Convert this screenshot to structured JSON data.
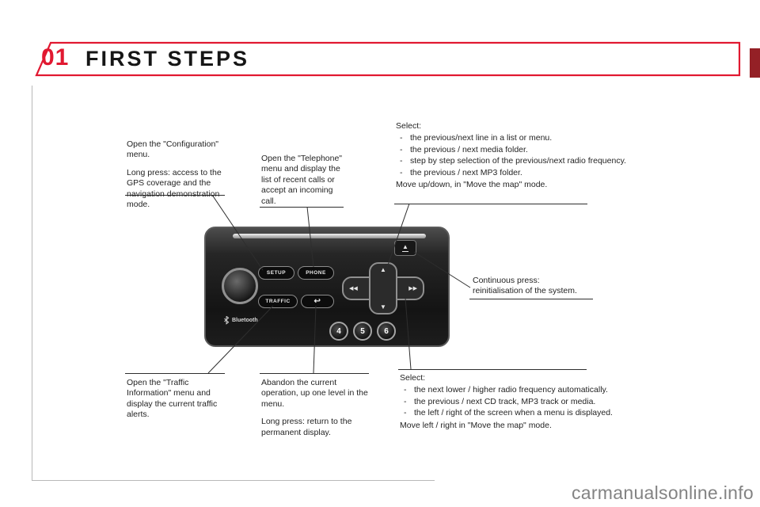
{
  "page": {
    "chapter": "01",
    "title": "FIRST STEPS",
    "watermark": "carmanualsonline.info"
  },
  "colors": {
    "accent_red": "#e11931",
    "edge_tab_red": "#942026"
  },
  "callouts": {
    "configuration": {
      "p1": "Open the \"Configuration\" menu.",
      "p2": "Long press: access to the GPS coverage and the navigation demonstration mode."
    },
    "telephone": {
      "p1": "Open the \"Telephone\" menu and display the list of recent calls or accept an incoming call."
    },
    "select_vertical": {
      "title": "Select:",
      "items": [
        "the previous/next line in a list or menu.",
        "the previous / next media folder.",
        "step by step selection of the previous/next radio frequency.",
        "the previous / next MP3 folder."
      ],
      "footer": "Move up/down, in \"Move the map\" mode."
    },
    "reset": {
      "p1": "Continuous press: reinitialisation of the system."
    },
    "traffic": {
      "p1": "Open the \"Traffic Information\" menu and display the current traffic alerts."
    },
    "abandon": {
      "p1": "Abandon the current operation, up one level in the menu.",
      "p2": "Long press: return to the permanent display."
    },
    "select_horizontal": {
      "title": "Select:",
      "items": [
        "the next lower / higher radio frequency automatically.",
        "the previous / next CD track, MP3 track or media.",
        "the left / right of the screen when a menu is displayed."
      ],
      "footer": "Move left / right in \"Move the map\" mode."
    }
  },
  "device": {
    "buttons": {
      "setup": "SETUP",
      "phone": "PHONE",
      "traffic": "TRAFFIC",
      "preset_4": "4",
      "preset_5": "5",
      "preset_6": "6"
    },
    "labels": {
      "bluetooth": "Bluetooth"
    }
  }
}
